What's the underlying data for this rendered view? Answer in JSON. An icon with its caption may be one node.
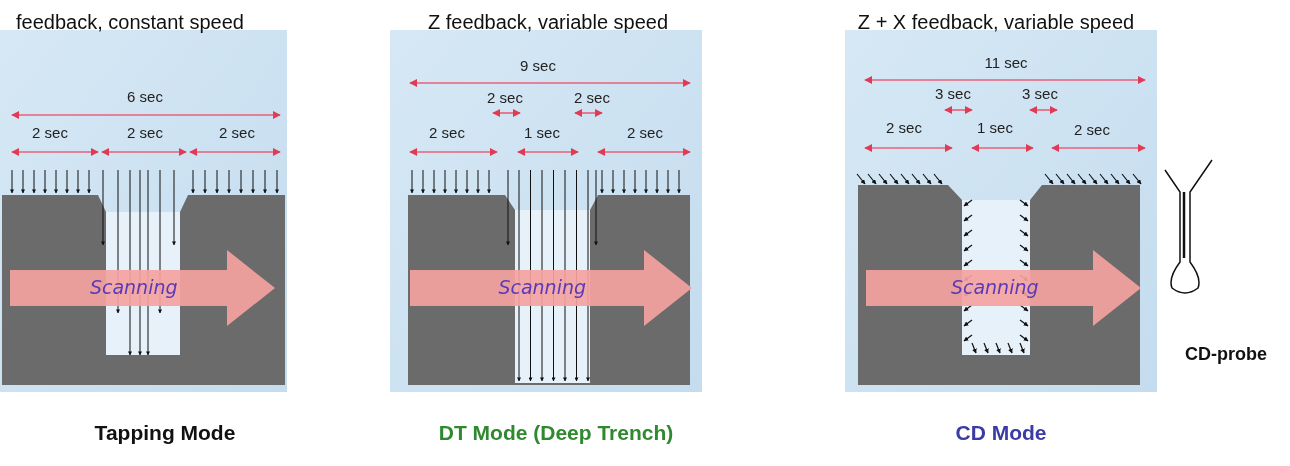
{
  "diagram": {
    "nodes": [
      {
        "text": [
          "Scanning"
        ]
      },
      {
        "text": [
          "Scanning"
        ]
      },
      {
        "text": [
          "Scanning"
        ]
      }
    ],
    "labels": [
      "feedback, constant speed",
      "Z feedback, variable speed",
      "Z + X feedback, variable speed",
      "6 sec",
      "2 sec",
      "2 sec",
      "2 sec",
      "9 sec",
      "2 sec",
      "2 sec",
      "2 sec",
      "1 sec",
      "2 sec",
      "11 sec",
      "3 sec",
      "3 sec",
      "2 sec",
      "1 sec",
      "2 sec",
      "CD-probe",
      "Tapping Mode",
      "DT Mode (Deep Trench)",
      "CD Mode"
    ]
  }
}
